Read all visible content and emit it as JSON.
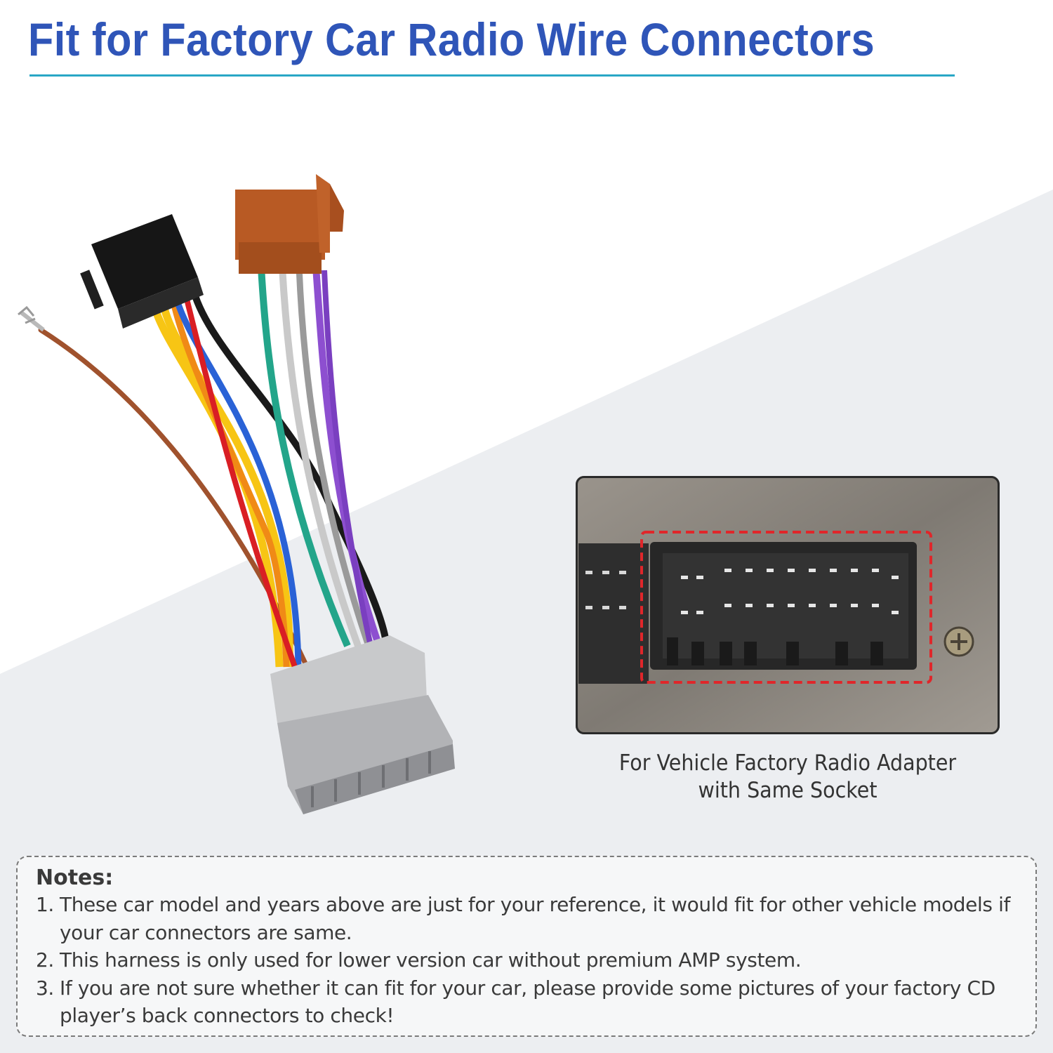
{
  "title": "Fit for Factory Car Radio Wire Connectors",
  "caption": {
    "line1": "For Vehicle Factory Radio Adapter",
    "line2": "with Same Socket"
  },
  "notes": {
    "heading": "Notes:",
    "items": [
      {
        "num": "1.",
        "text": "These car model and years above are just for your reference, it would fit for other vehicle models if your car connectors are same."
      },
      {
        "num": "2.",
        "text": "This harness is only used for lower version car without premium AMP system."
      },
      {
        "num": "3.",
        "text": "If you are not sure whether it can fit for your car, please provide some pictures of your factory CD player’s back connectors to check!"
      }
    ]
  },
  "colors": {
    "title": "#2f55b8",
    "underline": "#29a7c6",
    "highlight_box": "#e0262a",
    "wire_yellow": "#f7c514",
    "wire_blue": "#2a62d6",
    "wire_red": "#d91e24",
    "wire_black": "#1a1a1a",
    "wire_orange": "#f08a16",
    "wire_green": "#23a58a",
    "wire_gray": "#c9c9c9",
    "wire_purple": "#8d4fd0",
    "wire_brown": "#a0522d"
  },
  "icons": [
    "wiring-harness-image",
    "radio-socket-photo"
  ]
}
